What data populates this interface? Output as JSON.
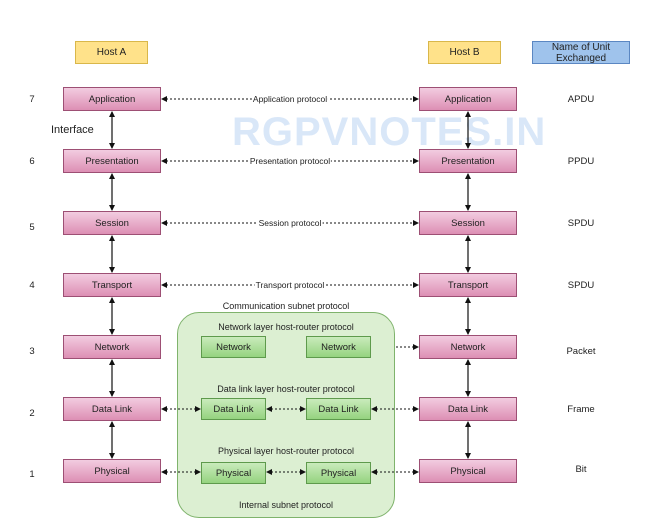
{
  "watermark": "RGPVNOTES.IN",
  "headers": {
    "host_a": "Host A",
    "host_b": "Host B",
    "unit": "Name of Unit Exchanged"
  },
  "interface_label": "Interface",
  "layers": [
    {
      "num": "7",
      "name": "Application",
      "protocol": "Application protocol",
      "unit": "APDU"
    },
    {
      "num": "6",
      "name": "Presentation",
      "protocol": "Presentation protocol",
      "unit": "PPDU"
    },
    {
      "num": "5",
      "name": "Session",
      "protocol": "Session protocol",
      "unit": "SPDU"
    },
    {
      "num": "4",
      "name": "Transport",
      "protocol": "Transport protocol",
      "unit": "SPDU"
    },
    {
      "num": "3",
      "name": "Network",
      "unit": "Packet"
    },
    {
      "num": "2",
      "name": "Data Link",
      "unit": "Frame"
    },
    {
      "num": "1",
      "name": "Physical",
      "unit": "Bit"
    }
  ],
  "subnet": {
    "title": "Communication subnet protocol",
    "network_protocol": "Network layer host-router protocol",
    "datalink_protocol": "Data link layer host-router protocol",
    "physical_protocol": "Physical layer host-router protocol",
    "internal": "Internal subnet protocol",
    "router_network": "Network",
    "router_datalink": "Data Link",
    "router_physical": "Physical"
  },
  "colors": {
    "layer_fill": "#dd8fb4",
    "router_fill": "#95d37f",
    "subnet_fill": "#dcefd2",
    "host_header": "#ffe28a",
    "unit_header": "#9fc3ec"
  }
}
